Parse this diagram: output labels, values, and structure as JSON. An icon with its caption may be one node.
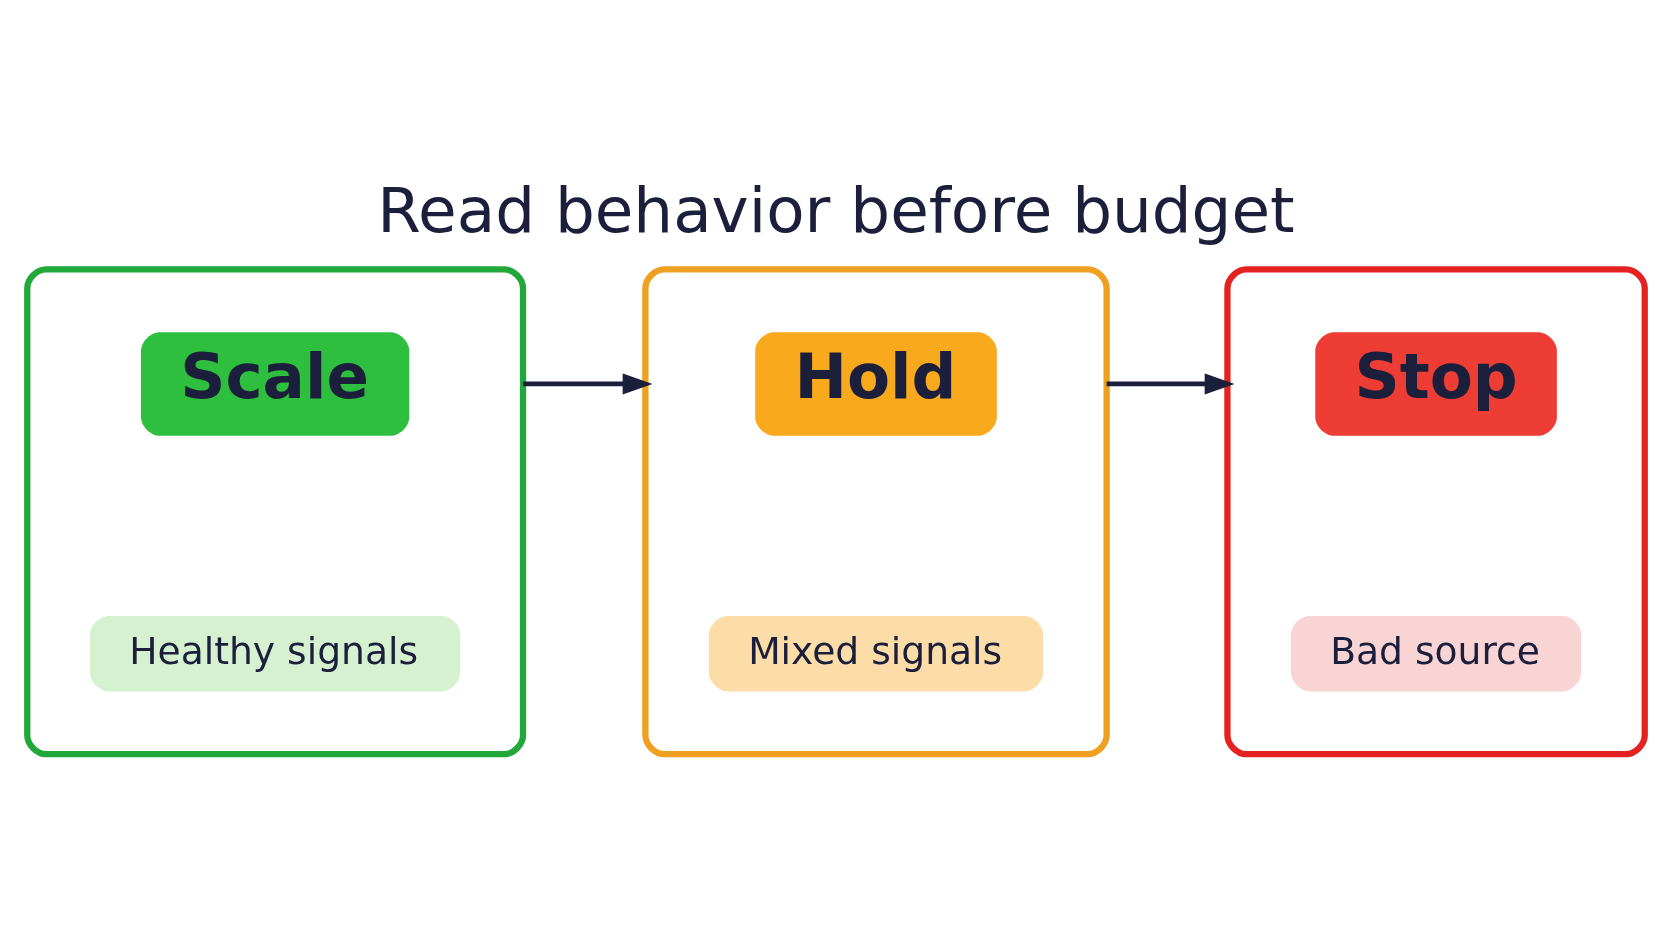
{
  "diagram": {
    "title": "Read behavior before budget",
    "nodes": [
      {
        "text": [],
        "shape": "box"
      },
      {
        "text": [
          "Scale"
        ],
        "in": 0
      },
      {
        "text": [
          "Healthy signals"
        ],
        "in": 0
      },
      {
        "text": [],
        "shape": "box"
      },
      {
        "text": [
          "Hold"
        ],
        "in": 3
      },
      {
        "text": [
          "Mixed signals"
        ],
        "in": 3
      },
      {
        "text": [],
        "shape": "box"
      },
      {
        "text": [
          "Stop"
        ],
        "in": 6
      },
      {
        "text": [
          "Bad source"
        ],
        "in": 6
      }
    ],
    "edges": [
      {
        "from": 0,
        "to": 3,
        "arrow": "to"
      },
      {
        "from": 3,
        "to": 6,
        "arrow": "to"
      }
    ]
  }
}
